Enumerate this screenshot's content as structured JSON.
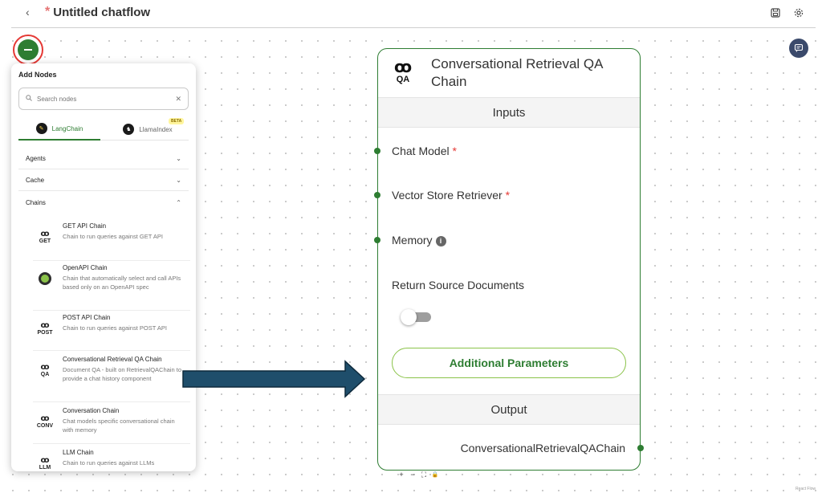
{
  "header": {
    "back": "‹",
    "unsaved": "*",
    "title": "Untitled chatflow"
  },
  "panel": {
    "title": "Add Nodes",
    "search_placeholder": "Search nodes",
    "tabs": [
      {
        "label": "LangChain"
      },
      {
        "label": "LlamaIndex"
      }
    ],
    "beta": "BETA",
    "categories": [
      {
        "label": "Agents"
      },
      {
        "label": "Cache"
      },
      {
        "label": "Chains"
      }
    ],
    "nodes": [
      {
        "tag": "GET",
        "name": "GET API Chain",
        "desc": "Chain to run queries against GET API"
      },
      {
        "tag": "",
        "name": "OpenAPI Chain",
        "desc": "Chain that automatically select and call APIs based only on an OpenAPI spec"
      },
      {
        "tag": "POST",
        "name": "POST API Chain",
        "desc": "Chain to run queries against POST API"
      },
      {
        "tag": "QA",
        "name": "Conversational Retrieval QA Chain",
        "desc": "Document QA - built on RetrievalQAChain to provide a chat history component"
      },
      {
        "tag": "CONV",
        "name": "Conversation Chain",
        "desc": "Chat models specific conversational chain with memory"
      },
      {
        "tag": "LLM",
        "name": "LLM Chain",
        "desc": "Chain to run queries against LLMs"
      }
    ]
  },
  "card": {
    "tag": "QA",
    "title": "Conversational Retrieval QA Chain",
    "inputs_label": "Inputs",
    "params": [
      {
        "label": "Chat Model",
        "required": "*"
      },
      {
        "label": "Vector Store Retriever",
        "required": "*"
      },
      {
        "label": "Memory",
        "info": "i"
      },
      {
        "label": "Return Source Documents"
      }
    ],
    "toggle_on": false,
    "additional_label": "Additional Parameters",
    "output_label": "Output",
    "output_value": "ConversationalRetrievalQAChain"
  },
  "controls": [
    "+",
    "−",
    "⛶",
    "🔒"
  ],
  "attribution": "React Flow",
  "colors": {
    "accent": "#2e7d32",
    "arrow": "#1f4e6b",
    "highlight_ring": "#e53935"
  }
}
